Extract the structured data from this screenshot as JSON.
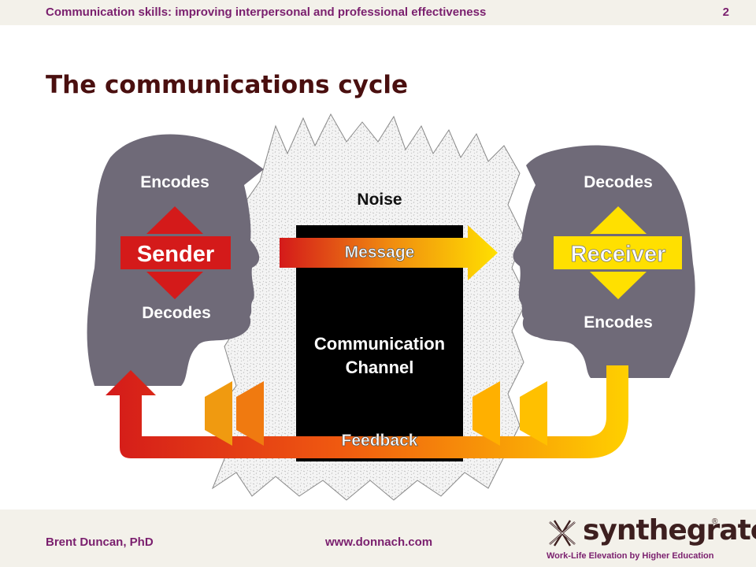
{
  "header": {
    "title": "Communication skills: improving interpersonal and professional effectiveness",
    "page_number": "2"
  },
  "slide": {
    "title": "The communications cycle"
  },
  "diagram": {
    "noise": "Noise",
    "sender": {
      "label": "Sender",
      "top": "Encodes",
      "bottom": "Decodes"
    },
    "receiver": {
      "label": "Receiver",
      "top": "Decodes",
      "bottom": "Encodes"
    },
    "message": "Message",
    "channel": [
      "Communication",
      "Channel"
    ],
    "feedback": "Feedback"
  },
  "footer": {
    "author": "Brent Duncan, PhD",
    "url": "www.donnach.com",
    "logo_name": "synthegrate",
    "logo_reg": "®",
    "logo_tagline": "Work-Life Elevation  by Higher Education"
  },
  "colors": {
    "accent": "#7a1f6e",
    "title": "#4a0f0f",
    "head": "#6f6a78",
    "sender": "#d41a1a",
    "receiver": "#ffe000"
  },
  "icons": [
    "noise-burst",
    "sender-head",
    "receiver-head",
    "double-arrow-icon"
  ]
}
